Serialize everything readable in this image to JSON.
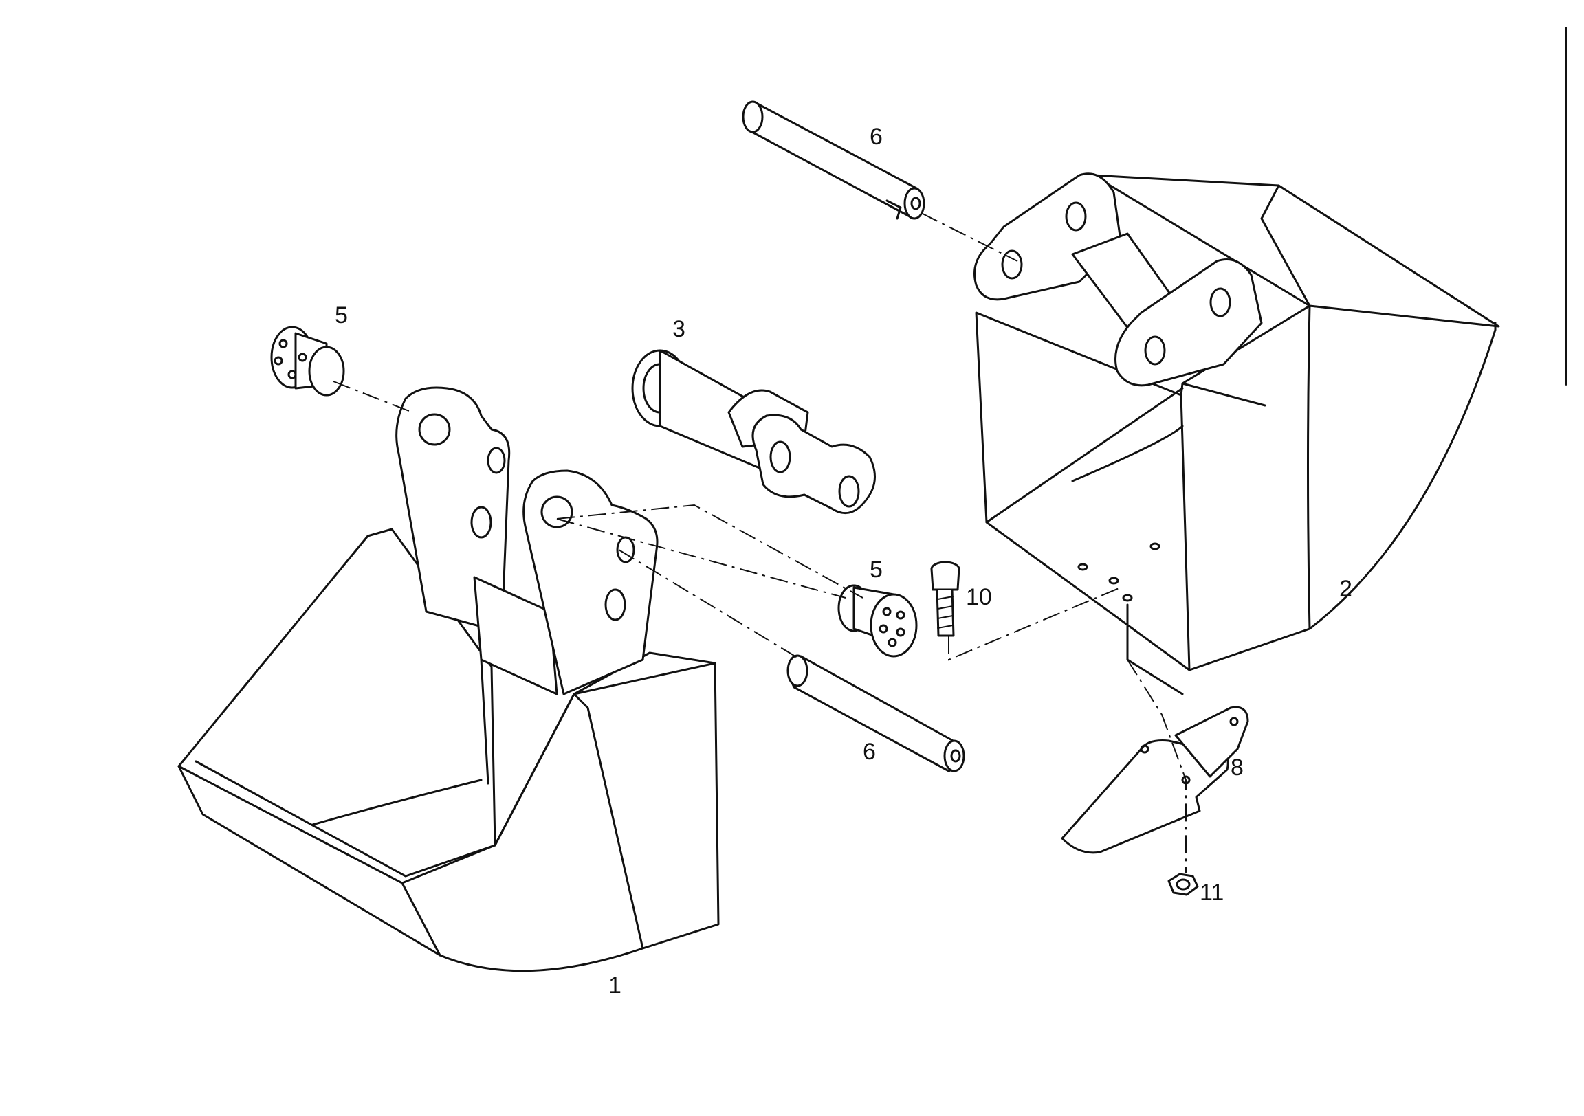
{
  "callouts": {
    "bucket_1": "1",
    "bucket_2": "2",
    "linkage_3": "3",
    "bushing_5_top": "5",
    "bushing_5_mid": "5",
    "pin_6_top": "6",
    "pin_6_bottom": "6",
    "tooth_8": "8",
    "screw_10": "10",
    "nut_11": "11"
  },
  "colors": {
    "ink": "#111111",
    "paper": "#ffffff"
  }
}
